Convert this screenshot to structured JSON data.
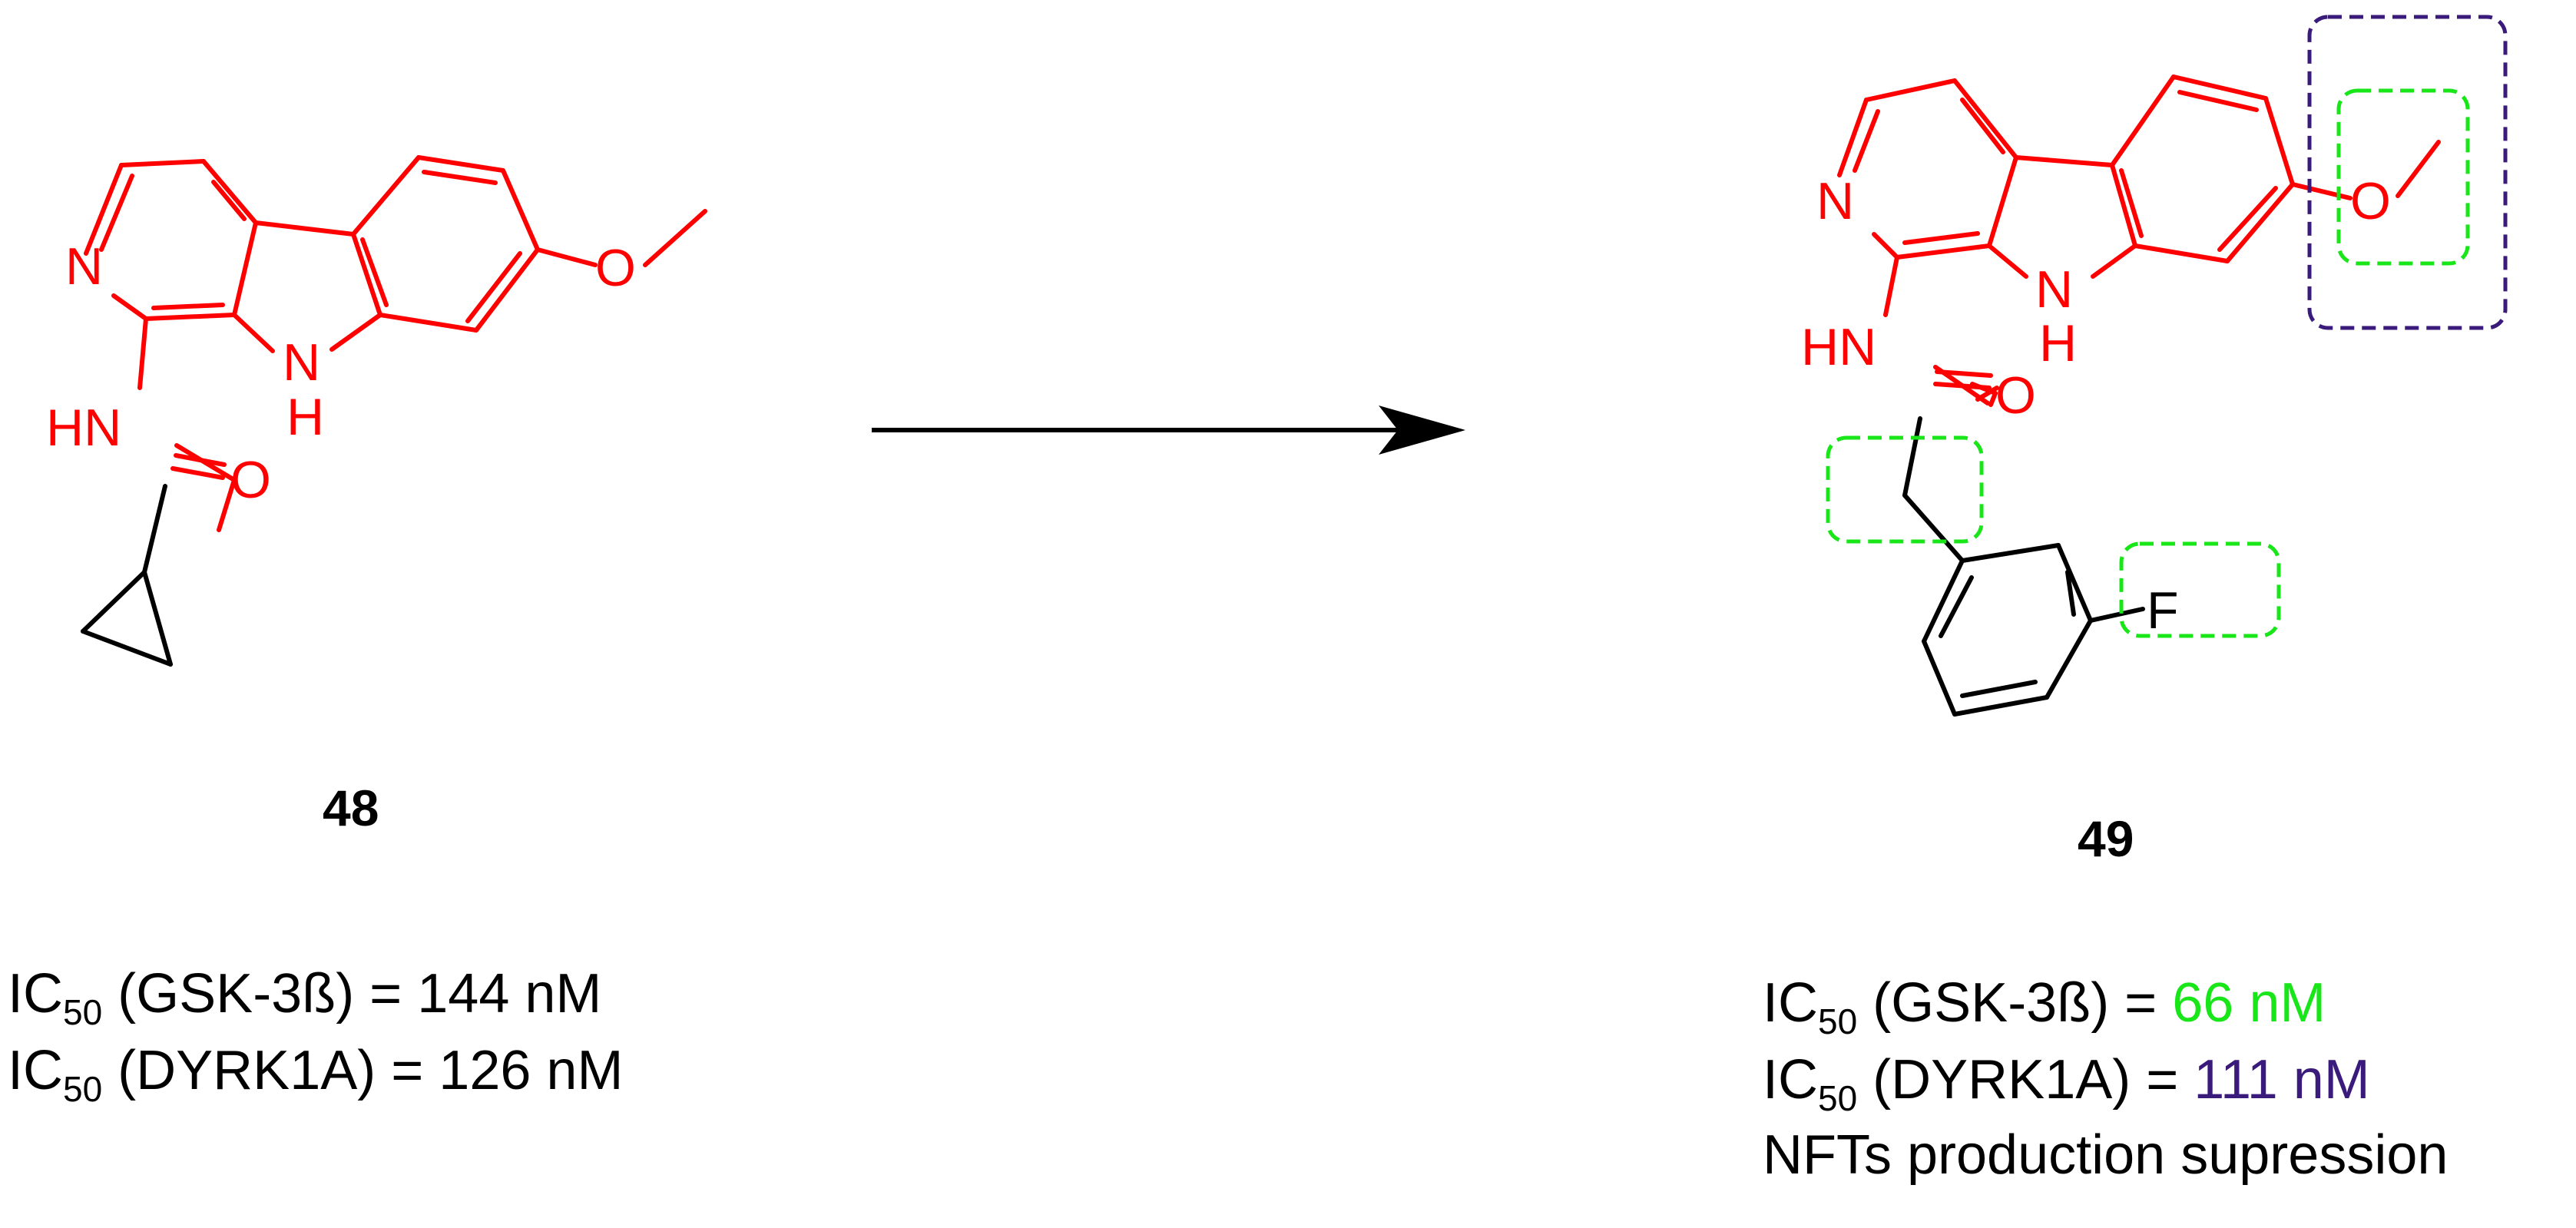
{
  "colors": {
    "scaffold": "#ff0000",
    "bond": "#000000",
    "highlight_green": "#19e619",
    "highlight_purple": "#3a1a7a"
  },
  "compound_48": {
    "label": "48",
    "atoms": {
      "N": "N",
      "NH": "N",
      "H": "H",
      "HN": "HN",
      "O_ether": "O",
      "O_carbonyl": "O"
    },
    "ic50_gsk": {
      "prefix": "IC",
      "sub": "50",
      "text": " (GSK-3ß) = 144 nM"
    },
    "ic50_dyrk": {
      "prefix": "IC",
      "sub": "50",
      "text": " (DYRK1A) = 126 nM"
    }
  },
  "compound_49": {
    "label": "49",
    "atoms": {
      "N": "N",
      "NH": "N",
      "H": "H",
      "HN": "HN",
      "O_ether": "O",
      "O_carbonyl": "O",
      "F": "F"
    },
    "ic50_gsk": {
      "prefix": "IC",
      "sub": "50",
      "text": " (GSK-3ß) = ",
      "value": "66 nM"
    },
    "ic50_dyrk": {
      "prefix": "IC",
      "sub": "50",
      "text": " (DYRK1A) = ",
      "value": "111  nM"
    },
    "note": "NFTs production supression"
  }
}
